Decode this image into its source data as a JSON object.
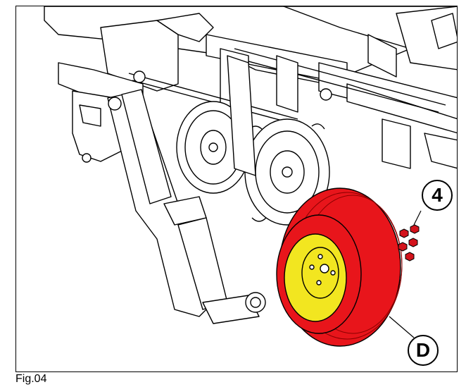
{
  "figure": {
    "caption": "Fig.04",
    "callouts": [
      {
        "id": "4",
        "label": "4"
      },
      {
        "id": "D",
        "label": "D"
      }
    ],
    "colors": {
      "tire_highlight": "#e8151b",
      "rim_highlight": "#f2e620",
      "nuts_highlight": "#d3131c",
      "line_art": "#000000",
      "background": "#ffffff"
    }
  }
}
